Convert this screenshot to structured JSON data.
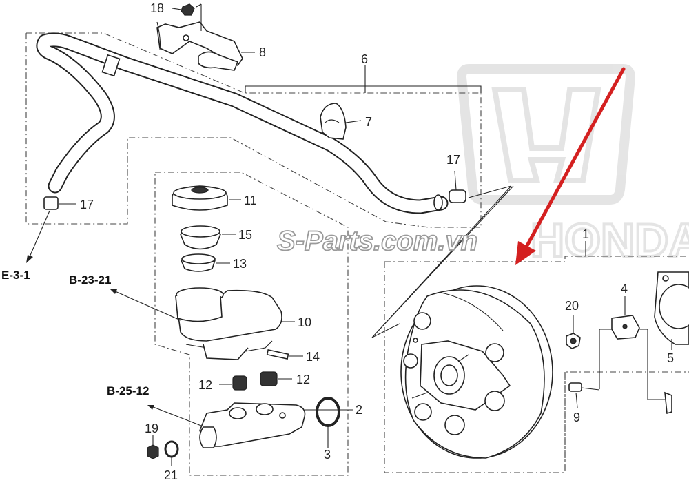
{
  "callouts": {
    "c1": "1",
    "c2": "2",
    "c3": "3",
    "c4": "4",
    "c5": "5",
    "c6": "6",
    "c7": "7",
    "c8": "8",
    "c9": "9",
    "c10": "10",
    "c11": "11",
    "c12a": "12",
    "c12b": "12",
    "c13": "13",
    "c14": "14",
    "c15": "15",
    "c17a": "17",
    "c17b": "17",
    "c18": "18",
    "c19": "19",
    "c20": "20",
    "c21": "21"
  },
  "references": {
    "e31": "E-3-1",
    "b2321": "B-23-21",
    "b2512": "B-25-12"
  },
  "watermark": {
    "text": "S-Parts.com.vn",
    "brand": "HONDA"
  },
  "colors": {
    "arrow": "#d42020",
    "line": "#222222",
    "watermark_fill": "#ffffff",
    "watermark_stroke": "#9a9a9a",
    "logo": "#cfcfcf"
  },
  "icons": {
    "pointer": "red-arrow-icon",
    "logo": "honda-logo-icon"
  }
}
